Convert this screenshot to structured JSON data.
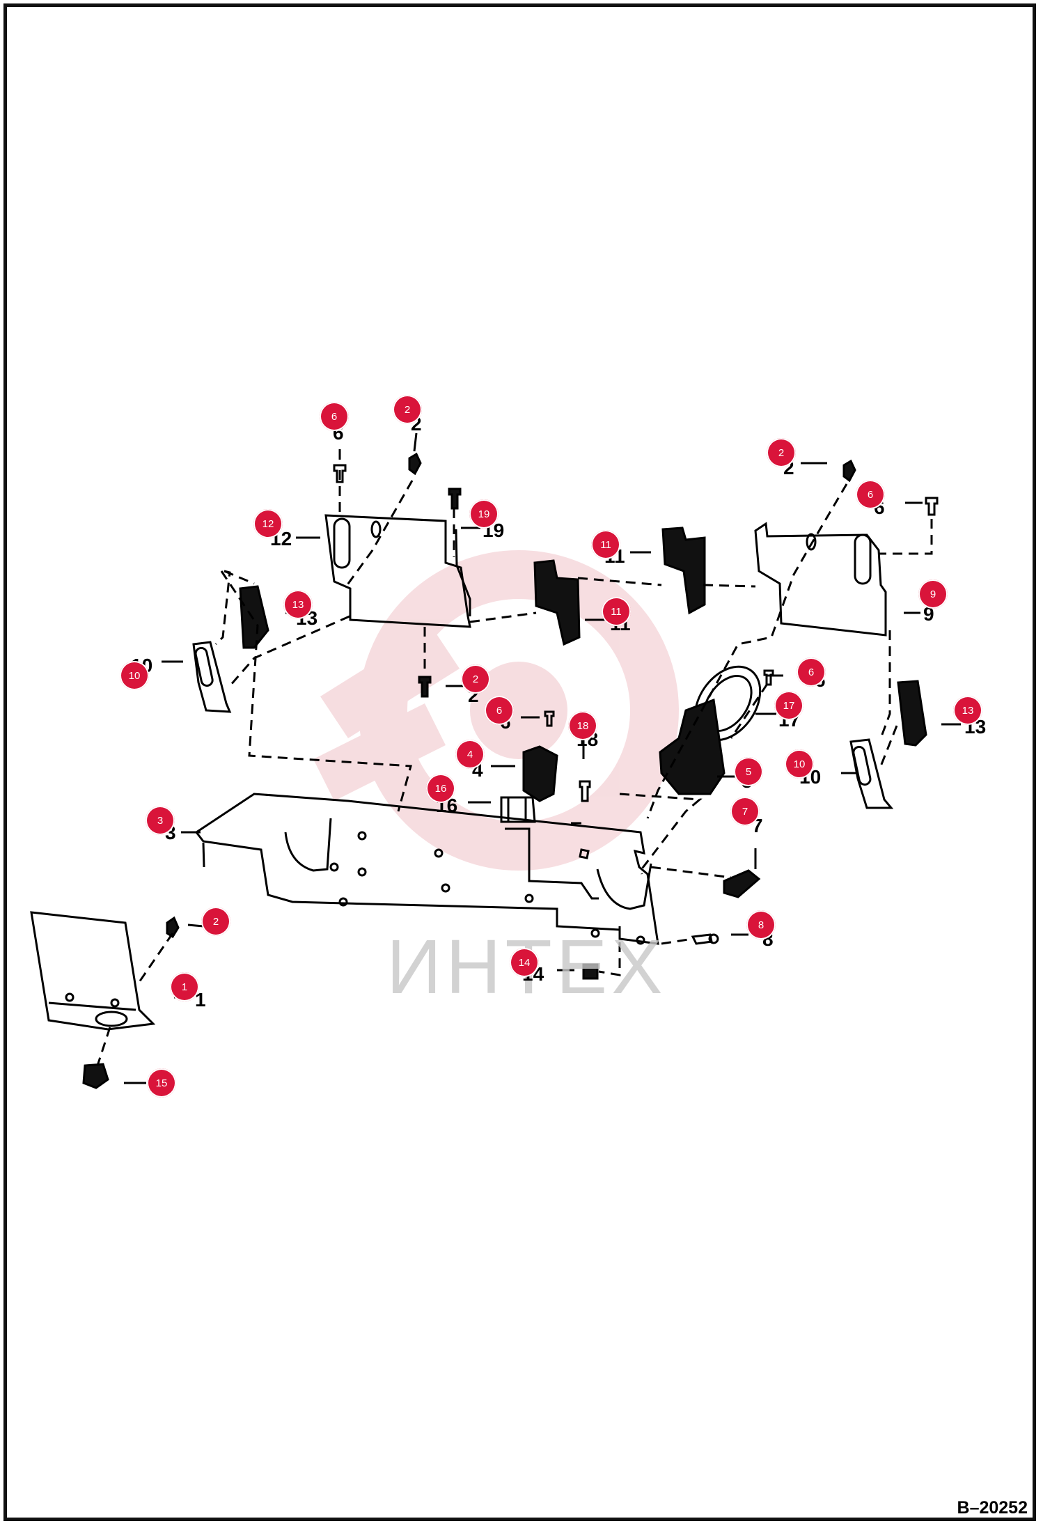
{
  "drawing_id": "B–20252",
  "watermark_text": "ИНТЕХ",
  "colors": {
    "callout": "#d9143a",
    "line": "#000000",
    "watermark": "#e8a0a8"
  },
  "callouts": [
    {
      "label": "6"
    },
    {
      "label": "2"
    },
    {
      "label": "2"
    },
    {
      "label": "6"
    },
    {
      "label": "12"
    },
    {
      "label": "19"
    },
    {
      "label": "11"
    },
    {
      "label": "11"
    },
    {
      "label": "9"
    },
    {
      "label": "13"
    },
    {
      "label": "10"
    },
    {
      "label": "2"
    },
    {
      "label": "6"
    },
    {
      "label": "18"
    },
    {
      "label": "6"
    },
    {
      "label": "17"
    },
    {
      "label": "13"
    },
    {
      "label": "4"
    },
    {
      "label": "16"
    },
    {
      "label": "5"
    },
    {
      "label": "10"
    },
    {
      "label": "3"
    },
    {
      "label": "7"
    },
    {
      "label": "2"
    },
    {
      "label": "8"
    },
    {
      "label": "1"
    },
    {
      "label": "14"
    },
    {
      "label": "15"
    }
  ],
  "part_numbers": [
    {
      "label": "6"
    },
    {
      "label": "2"
    },
    {
      "label": "2"
    },
    {
      "label": "6"
    },
    {
      "label": "12"
    },
    {
      "label": "19"
    },
    {
      "label": "11"
    },
    {
      "label": "11"
    },
    {
      "label": "9"
    },
    {
      "label": "13"
    },
    {
      "label": "10"
    },
    {
      "label": "2"
    },
    {
      "label": "6"
    },
    {
      "label": "18"
    },
    {
      "label": "6"
    },
    {
      "label": "17"
    },
    {
      "label": "13"
    },
    {
      "label": "4"
    },
    {
      "label": "16"
    },
    {
      "label": "5"
    },
    {
      "label": "10"
    },
    {
      "label": "3"
    },
    {
      "label": "7"
    },
    {
      "label": "8"
    },
    {
      "label": "1"
    },
    {
      "label": "14"
    }
  ]
}
